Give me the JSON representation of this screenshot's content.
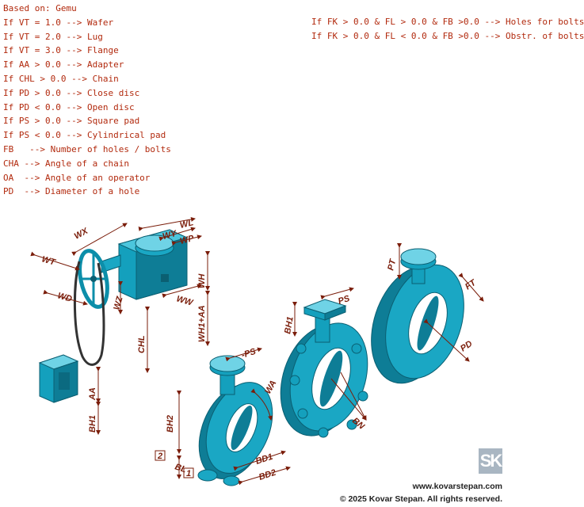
{
  "notes_left": [
    "Based on: Gemu",
    "If VT = 1.0 --> Wafer",
    "If VT = 2.0 --> Lug",
    "If VT = 3.0 --> Flange",
    "If AA > 0.0 --> Adapter",
    "If CHL > 0.0 --> Chain",
    "If PD > 0.0 --> Close disc",
    "If PD < 0.0 --> Open disc",
    "If PS > 0.0 --> Square pad",
    "If PS < 0.0 --> Cylindrical pad",
    "FB   --> Number of holes / bolts",
    "CHA --> Angle of a chain",
    "OA  --> Angle of an operator",
    "PD  --> Diameter of a hole"
  ],
  "notes_right": [
    "If FK > 0.0 & FL > 0.0 & FB >0.0 --> Holes for bolts",
    "If FK > 0.0 & FL < 0.0 & FB >0.0 --> Obstr. of bolts"
  ],
  "dimensions": {
    "wx": "WX",
    "wl": "WL",
    "wy": "WY",
    "wp": "WP",
    "wt": "WT",
    "wd": "WD",
    "wz": "WZ",
    "ww": "WW",
    "wh": "WH",
    "wh1_aa": "WH1+AA",
    "chl": "CHL",
    "aa": "AA",
    "bh1_adapter": "BH1",
    "ps_neg": "-PS",
    "wa": "WA",
    "bh2": "BH2",
    "bl": "BL",
    "bd1": "BD1",
    "bd2": "BD2",
    "n1": "1",
    "n2": "2",
    "bh1_lug": "BH1",
    "ps": "PS",
    "bn": "BN",
    "pt": "PT",
    "ft": "FT",
    "pd": "PD"
  },
  "colors": {
    "body": "#1aa7c4",
    "body_dark": "#0e7d96",
    "body_light": "#4cc6dd",
    "dimension": "#7a1d0a",
    "notes": "#b22a0e"
  },
  "logo_text": "SK",
  "footer": {
    "url": "www.kovarstepan.com",
    "copyright": "© 2025 Kovar Stepan. All rights reserved."
  }
}
